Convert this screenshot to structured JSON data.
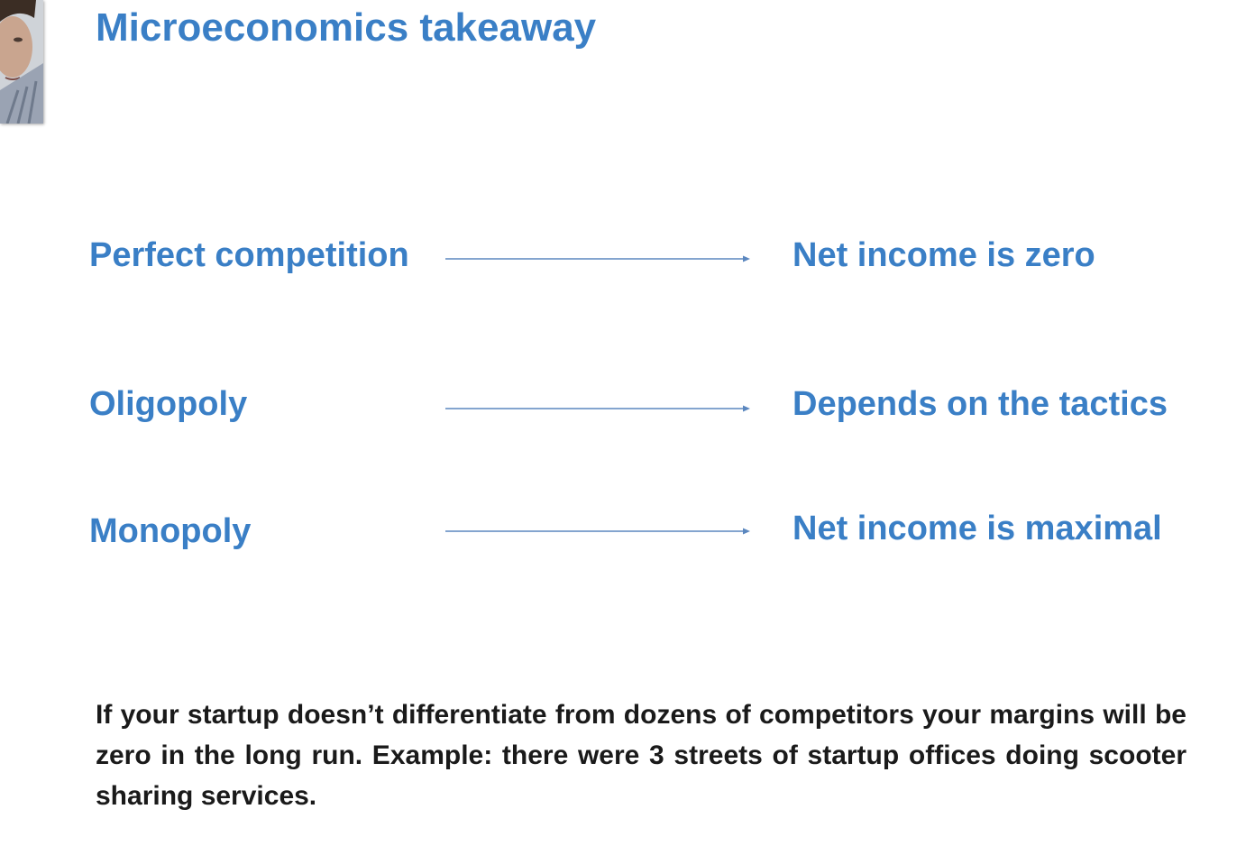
{
  "slide": {
    "title": "Microeconomics takeaway",
    "rows": [
      {
        "market": "Perfect competition",
        "outcome": "Net income is zero"
      },
      {
        "market": "Oligopoly",
        "outcome": "Depends on the tactics"
      },
      {
        "market": "Monopoly",
        "outcome": "Net income is maximal"
      }
    ],
    "footnote": "If your startup doesn’t differentiate from dozens of competitors your margins will be zero in the long run. Example: there were 3 streets of startup offices doing scooter sharing services.",
    "colors": {
      "accent": "#3a7fc6",
      "arrow": "#5b87bf",
      "text": "#1a1a1a"
    }
  },
  "icons": {
    "webcam": "presenter-webcam-thumbnail",
    "arrow": "right-arrow-icon"
  }
}
